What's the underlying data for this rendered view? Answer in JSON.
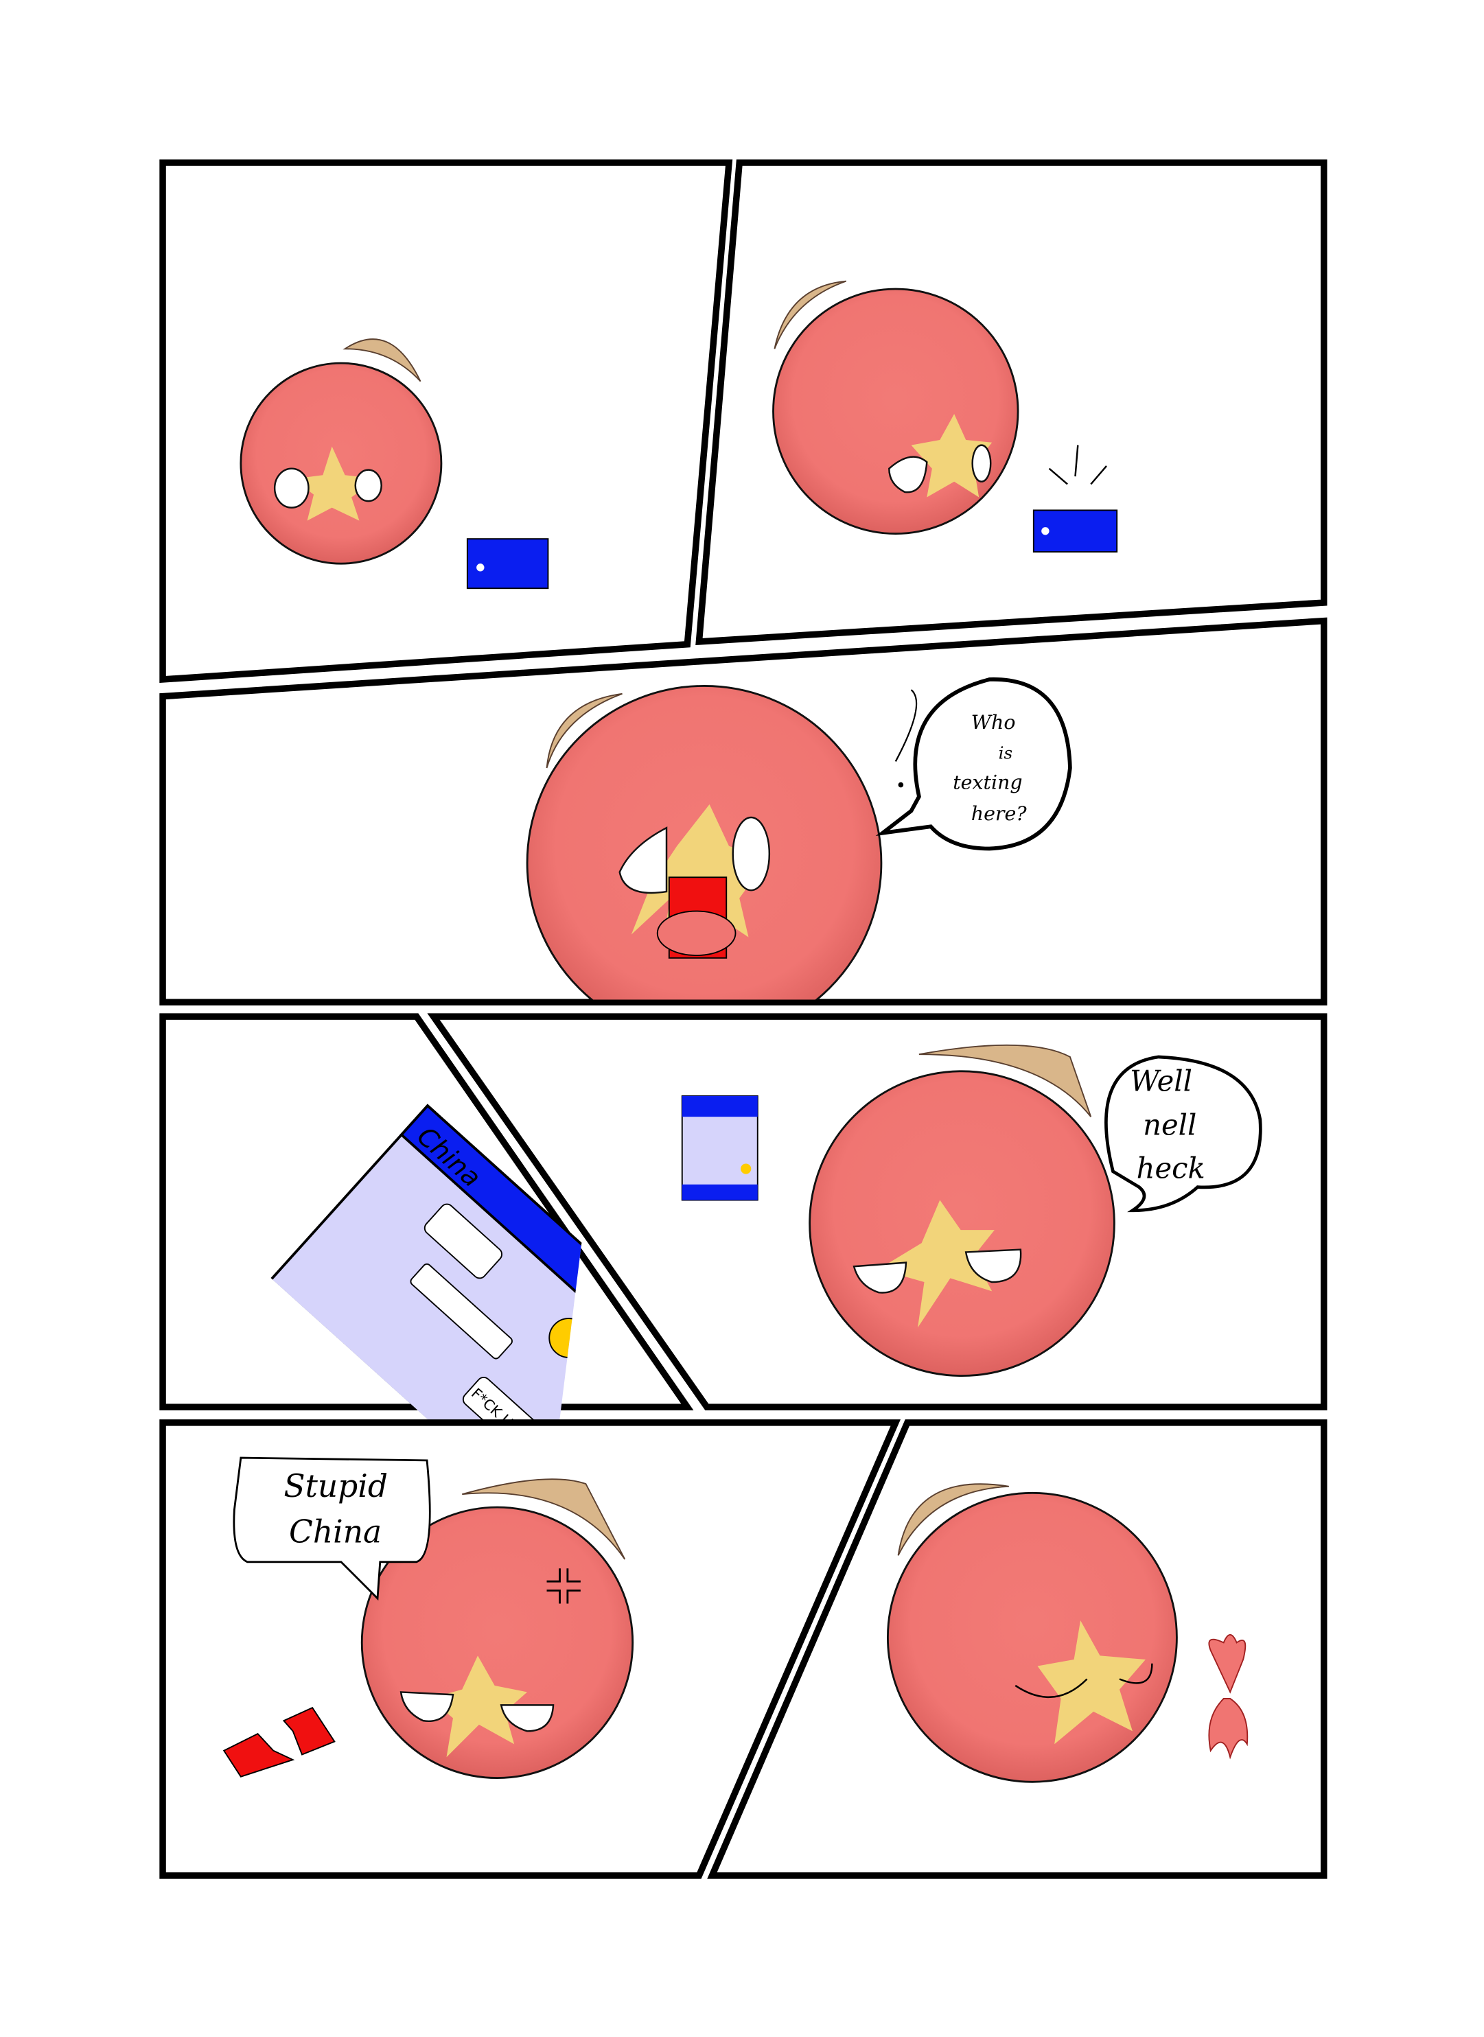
{
  "panels": {
    "panel3": {
      "speech": [
        "Who",
        "is",
        "texting",
        "here?"
      ]
    },
    "panel4": {
      "phone_contact": "China",
      "phone_message": "F*CK U",
      "speech": [
        "Well",
        "nell",
        "heck"
      ]
    },
    "panel5": {
      "speech": [
        "Stupid",
        "China"
      ]
    }
  },
  "colors": {
    "ball": "#f07a74",
    "ball_shade": "#d65a58",
    "star": "#f2d47a",
    "phone_blue": "#0a1ef0",
    "phone_screen": "#d6d4fb",
    "broken_phone": "#f01010"
  }
}
